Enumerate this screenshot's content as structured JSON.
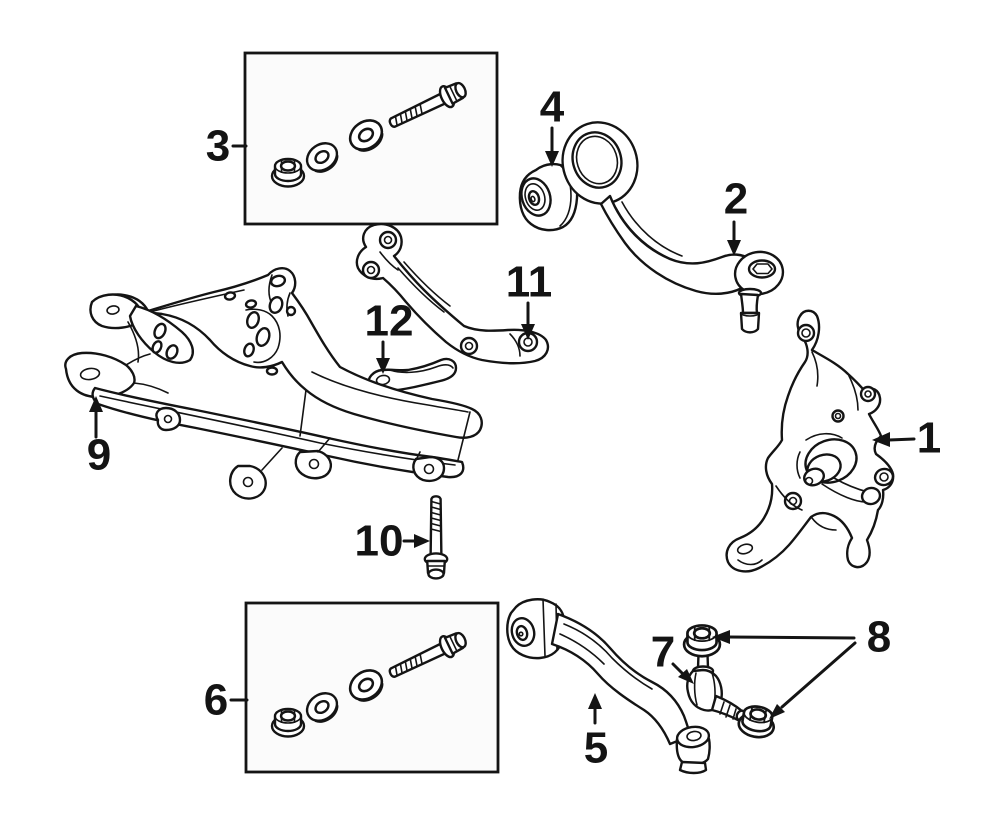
{
  "colors": {
    "line": "#141414",
    "background": "#ffffff",
    "panel_fill": "#fbfbfb"
  },
  "callouts": [
    {
      "label": "1"
    },
    {
      "label": "2"
    },
    {
      "label": "3"
    },
    {
      "label": "4"
    },
    {
      "label": "5"
    },
    {
      "label": "6"
    },
    {
      "label": "7"
    },
    {
      "label": "8"
    },
    {
      "label": "9"
    },
    {
      "label": "10"
    },
    {
      "label": "11"
    },
    {
      "label": "12"
    }
  ]
}
